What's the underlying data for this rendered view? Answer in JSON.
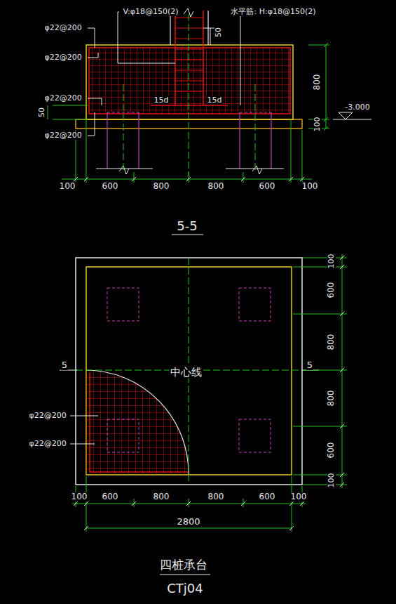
{
  "diagram": {
    "title": "四桩承台",
    "caption": "CTj04",
    "labels": [
      "V:φ18@150(2)",
      "φ22@200",
      "φ22@200",
      "50",
      "水平筋: H:φ18@150(2)",
      "800",
      "15d",
      "15d",
      "φ22@200",
      "50",
      "φ22@200",
      "100",
      "-3.000",
      "100",
      "600",
      "800",
      "800",
      "600",
      "100",
      "5-5",
      "5",
      "5",
      "中心线",
      "φ22@200",
      "φ22@200",
      "100",
      "600",
      "800",
      "800",
      "600",
      "100",
      "100",
      "600",
      "800",
      "800",
      "600",
      "100",
      "2800"
    ]
  }
}
